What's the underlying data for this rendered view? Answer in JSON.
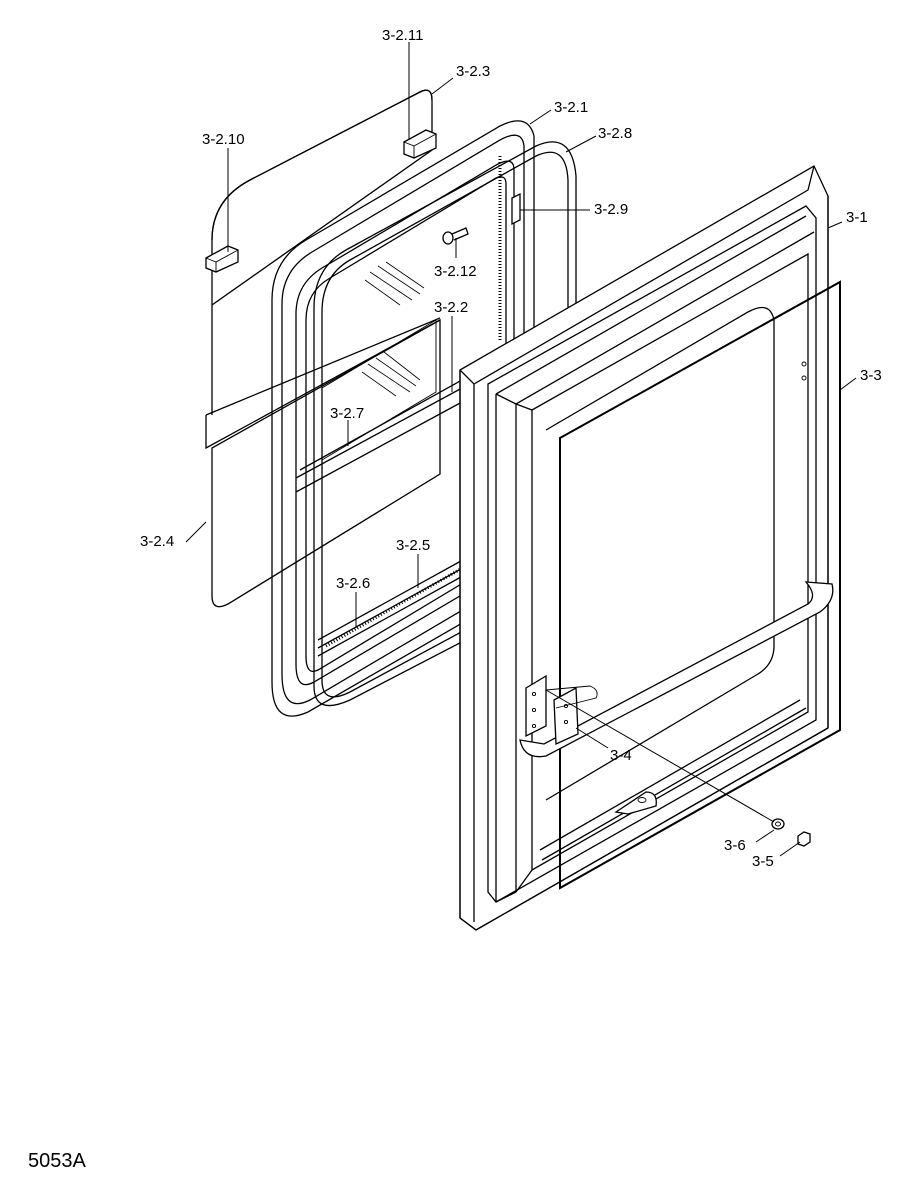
{
  "diagram": {
    "figure_id": "5053A",
    "callouts": {
      "c_3_2_11": "3-2.11",
      "c_3_2_3": "3-2.3",
      "c_3_2_1": "3-2.1",
      "c_3_2_10": "3-2.10",
      "c_3_2_8": "3-2.8",
      "c_3_2_9": "3-2.9",
      "c_3_1": "3-1",
      "c_3_2_12": "3-2.12",
      "c_3_2_2": "3-2.2",
      "c_3_3": "3-3",
      "c_3_2_7": "3-2.7",
      "c_3_2_4": "3-2.4",
      "c_3_2_5": "3-2.5",
      "c_3_2_6": "3-2.6",
      "c_3_4": "3-4",
      "c_3_6": "3-6",
      "c_3_5": "3-5"
    }
  }
}
